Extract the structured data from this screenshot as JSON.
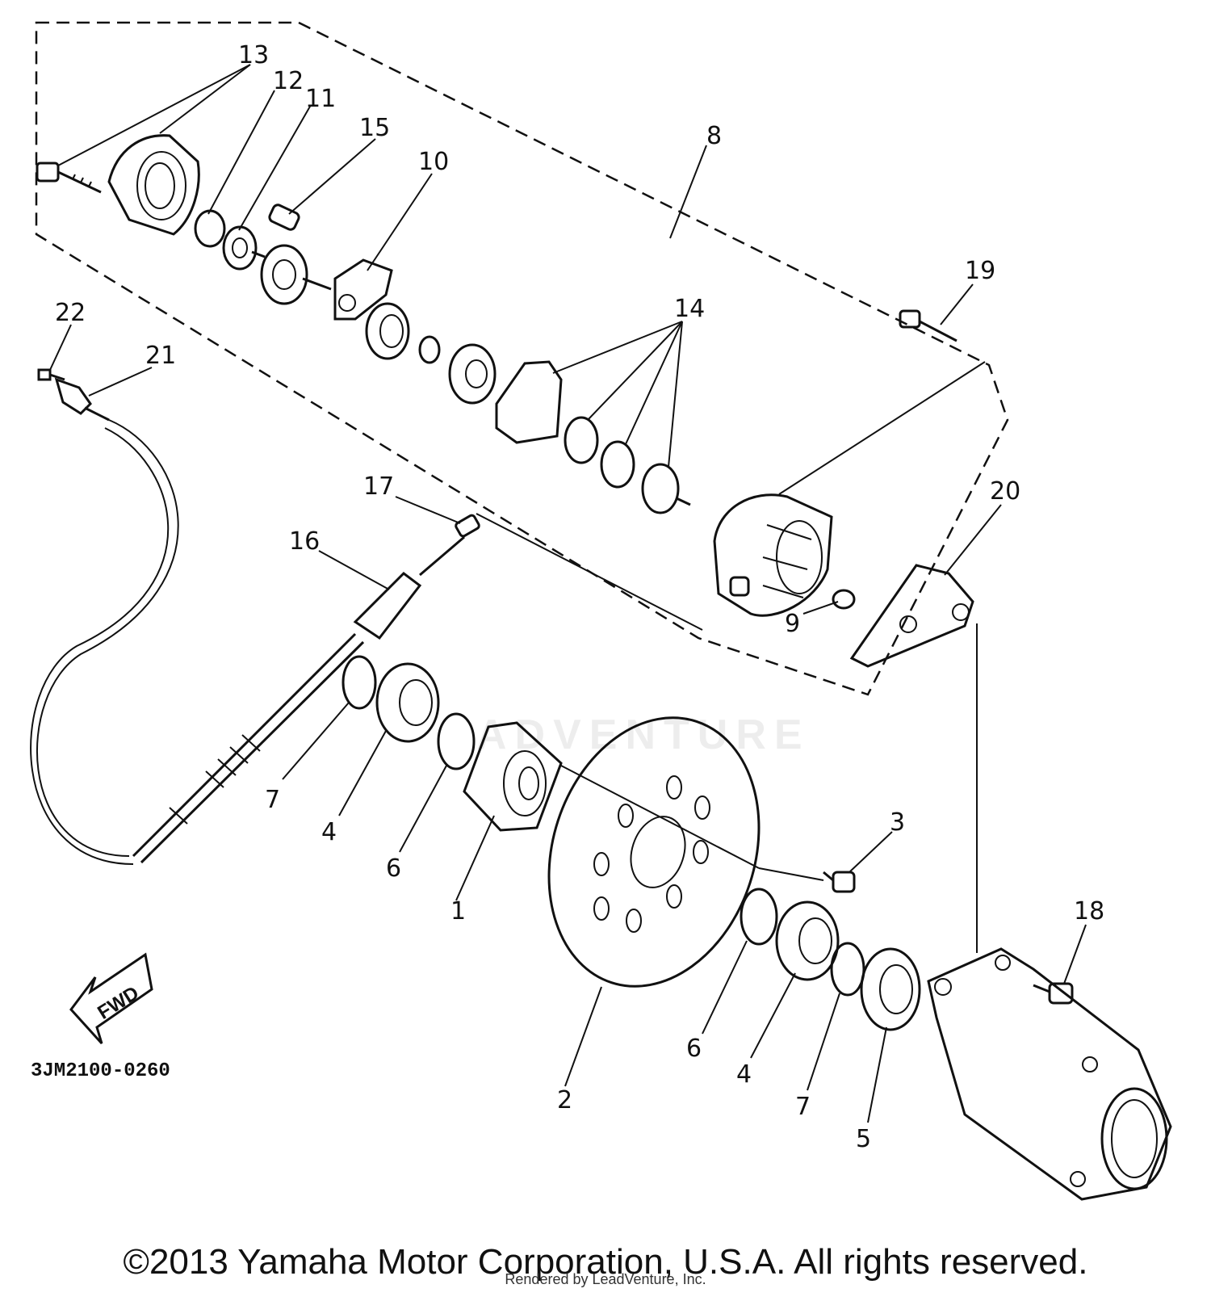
{
  "callouts": {
    "c1": "1",
    "c2": "2",
    "c3": "3",
    "c4a": "4",
    "c4b": "4",
    "c5": "5",
    "c6a": "6",
    "c6b": "6",
    "c7a": "7",
    "c7b": "7",
    "c8": "8",
    "c9": "9",
    "c10": "10",
    "c11": "11",
    "c12": "12",
    "c13": "13",
    "c14": "14",
    "c15": "15",
    "c16": "16",
    "c17": "17",
    "c18": "18",
    "c19": "19",
    "c20": "20",
    "c21": "21",
    "c22": "22"
  },
  "direction_label": "FWD",
  "diagram_code": "3JM2100-0260",
  "watermark": "ADVENTURE",
  "footer": {
    "copyright": "©2013 Yamaha Motor Corporation, U.S.A. All rights reserved.",
    "rendered_by": "Rendered by LeadVenture, Inc."
  }
}
